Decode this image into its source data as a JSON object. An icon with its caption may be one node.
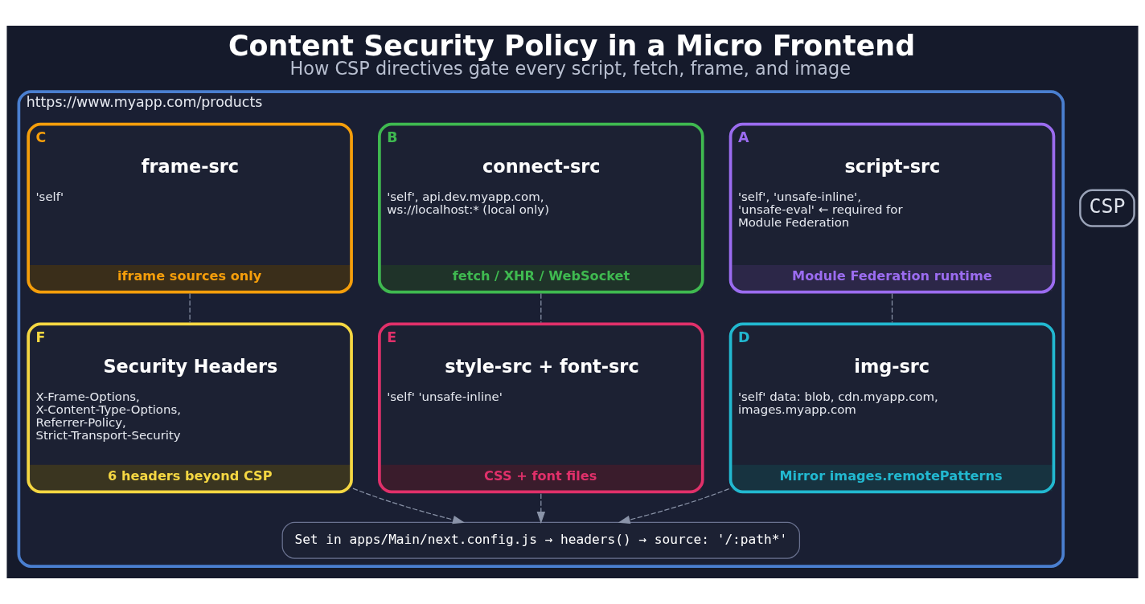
{
  "diagram": {
    "title": "Content Security Policy in a Micro Frontend",
    "caption": "How CSP directives gate every script, fetch, frame, and image",
    "nodes": [
      {
        "text": [
          "https://www.myapp.com/products"
        ]
      },
      {
        "text": [
          "A",
          "script-src",
          "'self', 'unsafe-inline', 'unsafe-eval' ← required for Module Federation",
          "Module Federation runtime"
        ],
        "in": 0
      },
      {
        "text": [
          "B",
          "connect-src",
          "'self', api.dev.myapp.com, ws://localhost:* (local only)",
          "fetch / XHR / WebSocket"
        ],
        "in": 0
      },
      {
        "text": [
          "C",
          "frame-src",
          "'self'",
          "iframe sources only"
        ],
        "in": 0
      },
      {
        "text": [
          "D",
          "img-src",
          "'self' data: blob, cdn.myapp.com, images.myapp.com",
          "Mirror images.remotePatterns"
        ],
        "in": 0
      },
      {
        "text": [
          "E",
          "style-src + font-src",
          "'self' 'unsafe-inline'",
          "CSS + font files"
        ],
        "in": 0
      },
      {
        "text": [
          "F",
          "Security Headers",
          "X-Frame-Options, X-Content-Type-Options, Referrer-Policy, Strict-Transport-Security",
          "6 headers beyond CSP"
        ],
        "in": 0
      },
      {
        "text": [
          "Set in apps/Main/next.config.js → headers() → source: '/:path*'"
        ],
        "in": 0
      }
    ],
    "edges": [
      {
        "from": 1,
        "to": 4,
        "arrow": "none",
        "style": "dashed"
      },
      {
        "from": 2,
        "to": 5,
        "arrow": "none",
        "style": "dashed"
      },
      {
        "from": 3,
        "to": 6,
        "arrow": "none",
        "style": "dashed"
      },
      {
        "from": 4,
        "to": 7,
        "arrow": "to",
        "style": "dashed"
      },
      {
        "from": 5,
        "to": 7,
        "arrow": "to",
        "style": "dashed"
      },
      {
        "from": 6,
        "to": 7,
        "arrow": "to",
        "style": "dashed"
      }
    ],
    "labels": [
      "CSP"
    ]
  }
}
